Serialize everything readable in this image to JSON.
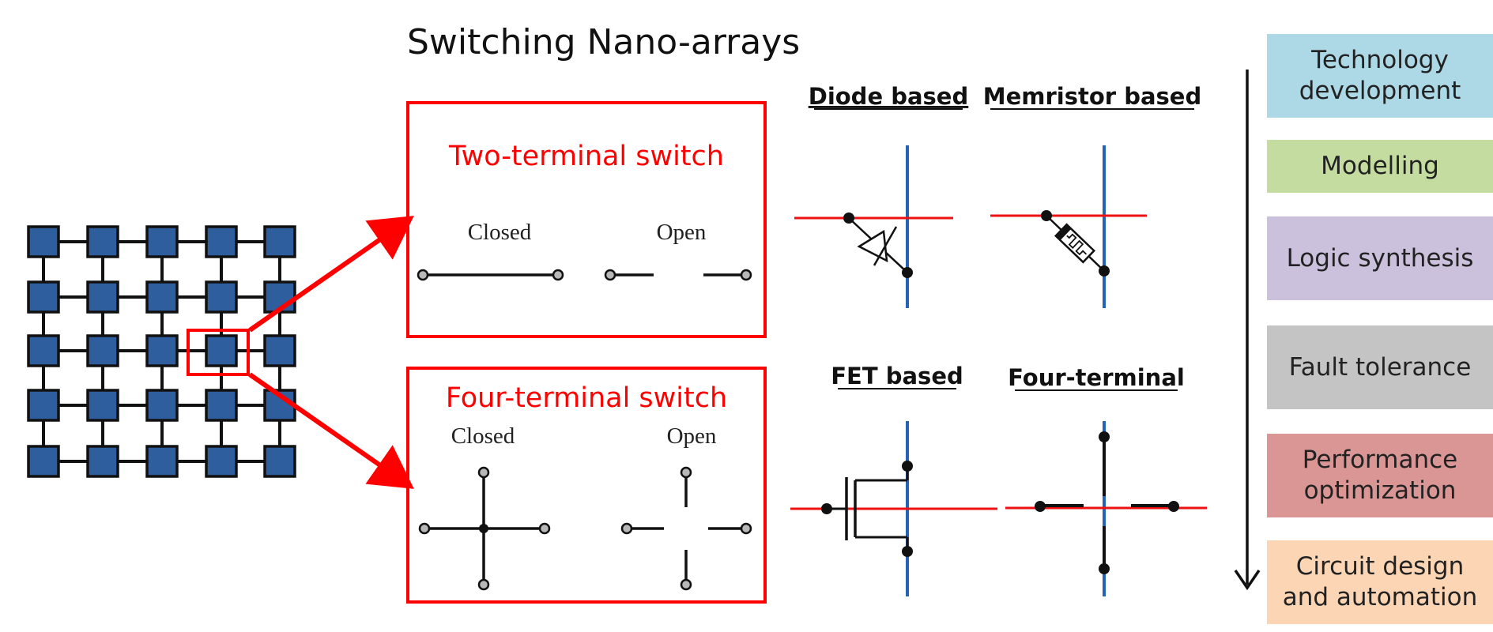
{
  "title": "Switching Nano-arrays",
  "two_terminal": {
    "heading": "Two-terminal switch",
    "closed_label": "Closed",
    "open_label": "Open"
  },
  "four_terminal": {
    "heading": "Four-terminal switch",
    "closed_label": "Closed",
    "open_label": "Open"
  },
  "implementations": {
    "diode": "Diode based",
    "memristor": "Memristor based",
    "fet": "FET based",
    "four_terminal": "Four-terminal"
  },
  "stages": [
    {
      "label": "Technology development",
      "color": "#add8e6"
    },
    {
      "label": "Modelling",
      "color": "#c5dca0"
    },
    {
      "label": "Logic synthesis",
      "color": "#ccc1dc"
    },
    {
      "label": "Fault tolerance",
      "color": "#c4c4c4"
    },
    {
      "label": "Performance optimization",
      "color": "#d99694"
    },
    {
      "label": "Circuit design and automation",
      "color": "#fcd5b5"
    }
  ],
  "colors": {
    "highlight": "#ff0000",
    "node_fill": "#2e5e9e",
    "vertical_wire": "#2563b5",
    "horizontal_wire": "#ee1111"
  }
}
